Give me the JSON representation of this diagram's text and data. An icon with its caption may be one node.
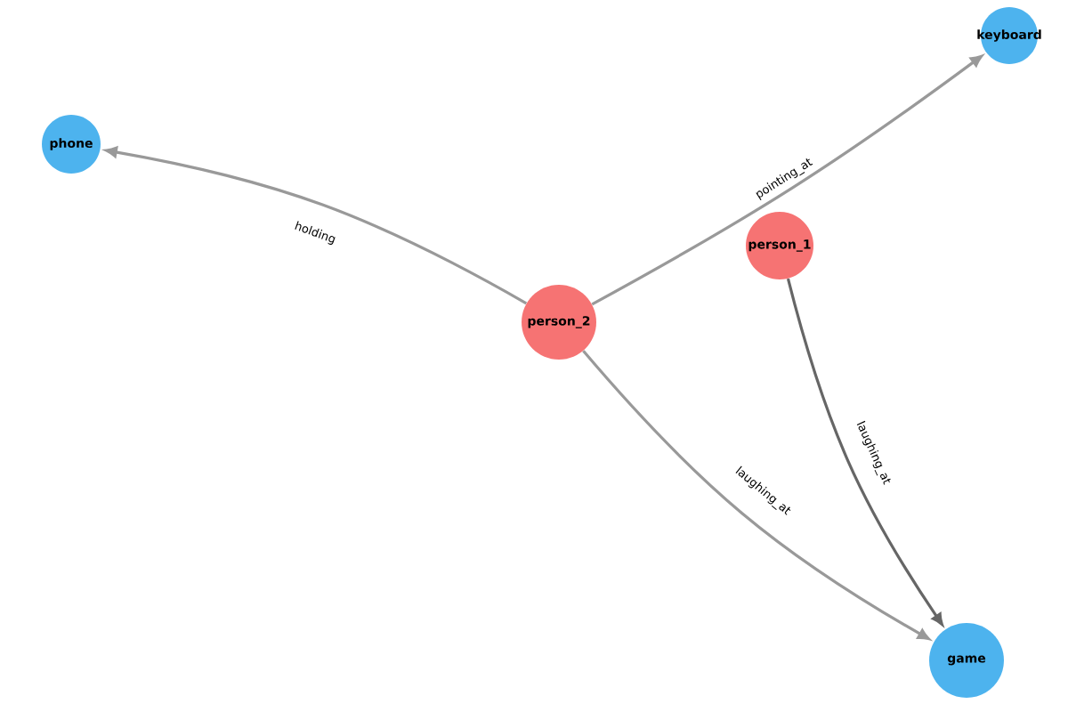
{
  "diagram": {
    "nodes": [
      {
        "text": [
          "keyboard"
        ]
      },
      {
        "text": [
          "phone"
        ]
      },
      {
        "text": [
          "person_1"
        ]
      },
      {
        "text": [
          "person_2"
        ]
      },
      {
        "text": [
          "game"
        ]
      }
    ],
    "edges": [
      {
        "from": 3,
        "to": 1,
        "arrow": "to",
        "label": "holding"
      },
      {
        "from": 3,
        "to": 0,
        "arrow": "to",
        "label": "pointing_at"
      },
      {
        "from": 3,
        "to": 4,
        "arrow": "to",
        "label": "laughing_at"
      },
      {
        "from": 2,
        "to": 4,
        "arrow": "to",
        "label": "laughing_at",
        "color": "#666666"
      }
    ]
  }
}
